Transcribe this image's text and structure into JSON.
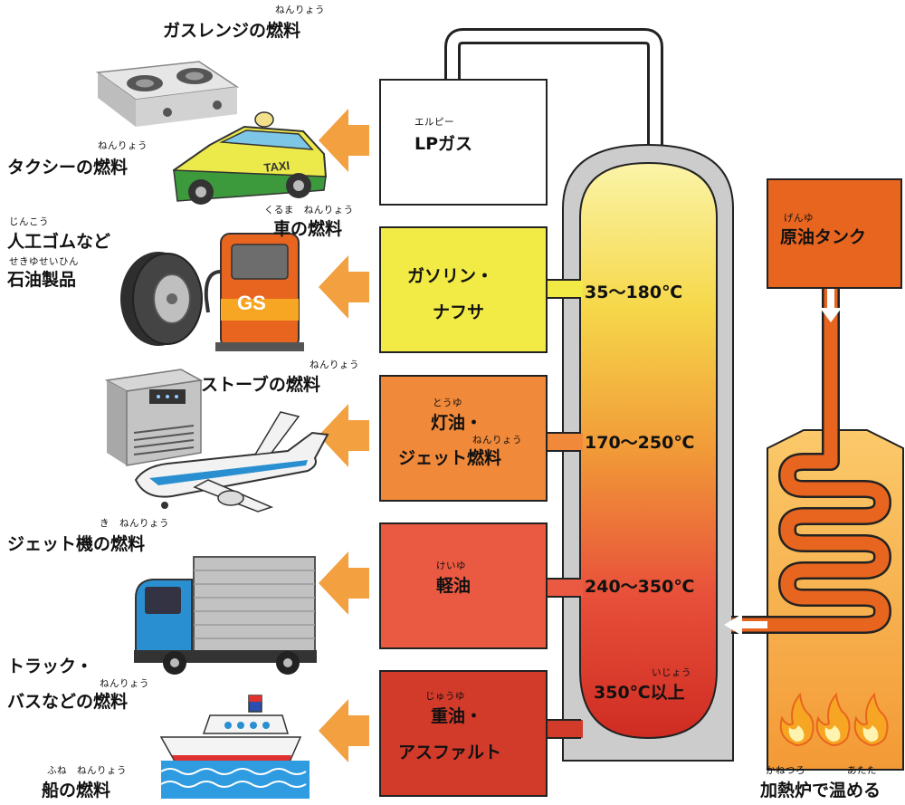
{
  "colors": {
    "lp_box": "#ffffff",
    "gasoline_box": "#f2ea45",
    "kerosene_box": "#f0893a",
    "diesel_box": "#ea5a42",
    "heavy_box": "#d23a2a",
    "arrow": "#f2a040",
    "tower_frame": "#cccccc",
    "crude_tank": "#e8651f",
    "furnace": "#f5a542"
  },
  "icons": [
    "gas-stove-icon",
    "taxi-icon",
    "gas-pump-icon",
    "tire-icon",
    "heater-icon",
    "airplane-icon",
    "truck-icon",
    "ship-icon",
    "flame-icon"
  ],
  "outputs": {
    "gas_stove": {
      "ruby": "ねんりょう",
      "label": "ガスレンジの燃料"
    },
    "taxi": {
      "ruby": "ねんりょう",
      "label": "タクシーの燃料"
    },
    "car": {
      "ruby": "くるま　ねんりょう",
      "label": "車の燃料"
    },
    "rubber": {
      "ruby1": "じんこう",
      "line1": "人工ゴムなど",
      "ruby2": "せきゆせいひん",
      "line2": "石油製品"
    },
    "stove": {
      "ruby": "ねんりょう",
      "label": "ストーブの燃料"
    },
    "jet": {
      "ruby": "き　ねんりょう",
      "label": "ジェット機の燃料"
    },
    "truck": {
      "line1": "トラック・",
      "ruby": "ねんりょう",
      "line2": "バスなどの燃料"
    },
    "ship": {
      "ruby": "ふね　ねんりょう",
      "label": "船の燃料"
    }
  },
  "products": {
    "lp": {
      "ruby": "エルピー",
      "label": "LPガス"
    },
    "gasoline": {
      "line1": "ガソリン・",
      "line2": "ナフサ"
    },
    "kerosene": {
      "ruby1": "とうゆ",
      "line1": "灯油・",
      "ruby2": "ねんりょう",
      "line2": "ジェット燃料"
    },
    "diesel": {
      "ruby": "けいゆ",
      "label": "軽油"
    },
    "heavy": {
      "ruby": "じゅうゆ",
      "line1": "重油・",
      "line2": "アスファルト"
    }
  },
  "temperatures": {
    "t1": "35〜180℃",
    "t2": "170〜250℃",
    "t3": "240〜350℃",
    "t4_ruby": "いじょう",
    "t4": "350℃以上"
  },
  "tank": {
    "ruby": "げんゆ",
    "label": "原油タンク"
  },
  "furnace": {
    "ruby1": "かねつろ",
    "ruby2": "あたた",
    "label": "加熱炉で温める"
  }
}
